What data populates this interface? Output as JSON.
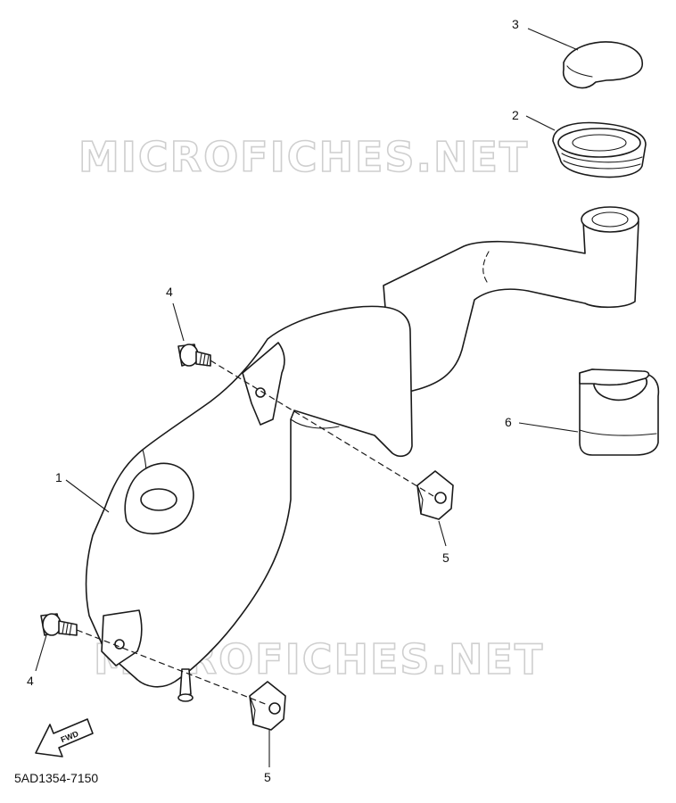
{
  "watermark": "MICROFICHES.NET",
  "diagram_code": "5AD1354-7150",
  "fwd_label": "FWD",
  "callouts": {
    "c1": "1",
    "c2": "2",
    "c3": "3",
    "c4a": "4",
    "c4b": "4",
    "c5a": "5",
    "c5b": "5",
    "c6": "6"
  }
}
